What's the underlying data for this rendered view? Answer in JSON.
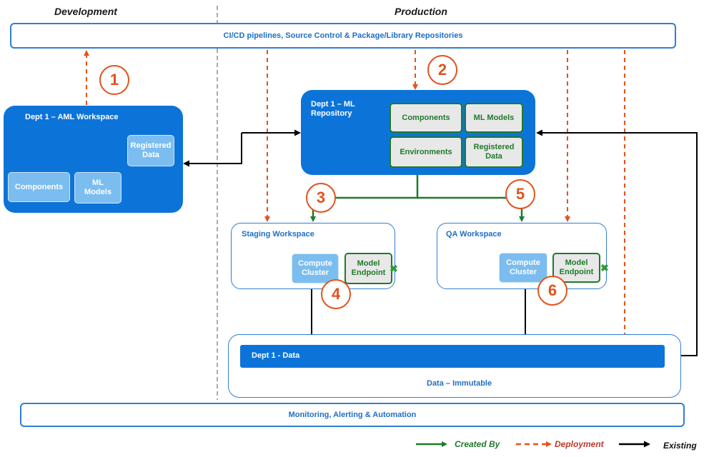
{
  "headers": {
    "development": "Development",
    "production": "Production"
  },
  "top_bar": "CI/CD pipelines, Source Control & Package/Library Repositories",
  "bottom_bar": "Monitoring, Alerting & Automation",
  "dev_workspace": {
    "title": "Dept 1 – AML Workspace",
    "registered_data": "Registered Data",
    "components": "Components",
    "ml_models": "ML Models"
  },
  "ml_repository": {
    "title": "Dept 1 – ML Repository",
    "components": "Components",
    "ml_models": "ML Models",
    "environments": "Environments",
    "registered_data": "Registered Data"
  },
  "staging_workspace": {
    "title": "Staging Workspace",
    "compute": "Compute Cluster",
    "endpoint": "Model Endpoint"
  },
  "qa_workspace": {
    "title": "QA Workspace",
    "compute": "Compute Cluster",
    "endpoint": "Model Endpoint"
  },
  "data_zone": {
    "dept_data": "Dept 1 - Data",
    "immutable": "Data – Immutable"
  },
  "steps": [
    "1",
    "2",
    "3",
    "4",
    "5",
    "6"
  ],
  "legend": {
    "created_by": "Created By",
    "deployment": "Deployment",
    "existing": "Existing"
  },
  "colors": {
    "created_by": "#1f7a2a",
    "deployment": "#e2521e",
    "existing": "#000000",
    "primary": "#0c74d9"
  }
}
